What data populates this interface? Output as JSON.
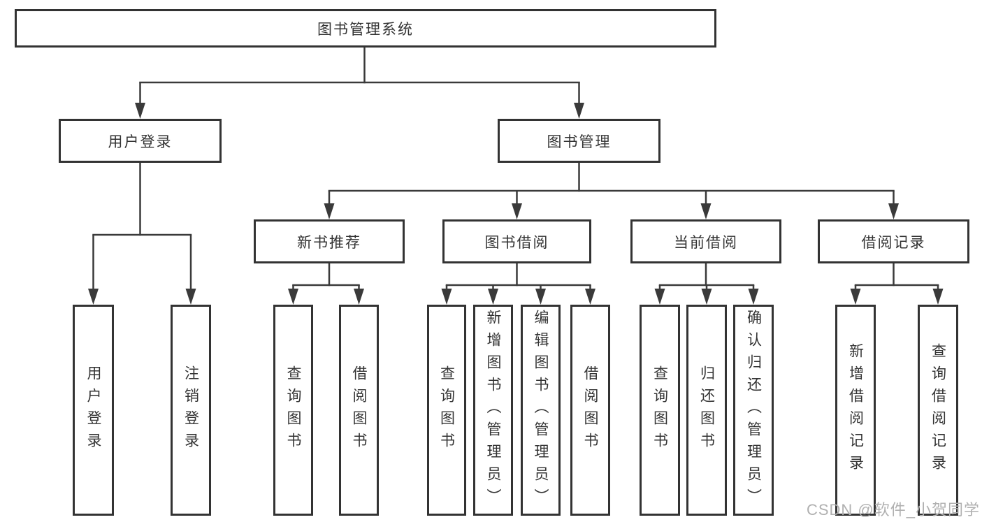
{
  "watermark": "CSDN @软件_小贺同学",
  "colors": {
    "line": "#3a3a3a",
    "border": "#333333",
    "text": "#333333",
    "watermark_text": "#b0b0b0",
    "background": "#ffffff"
  },
  "tree": {
    "label": "图书管理系统",
    "children": [
      {
        "label": "用户登录",
        "children": [
          {
            "label": "用户登录"
          },
          {
            "label": "注销登录"
          }
        ]
      },
      {
        "label": "图书管理",
        "children": [
          {
            "label": "新书推荐",
            "children": [
              {
                "label": "查询图书"
              },
              {
                "label": "借阅图书"
              }
            ]
          },
          {
            "label": "图书借阅",
            "children": [
              {
                "label": "查询图书"
              },
              {
                "label": "新增图书（管理员）"
              },
              {
                "label": "编辑图书（管理员）"
              },
              {
                "label": "借阅图书"
              }
            ]
          },
          {
            "label": "当前借阅",
            "children": [
              {
                "label": "查询图书"
              },
              {
                "label": "归还图书"
              },
              {
                "label": "确认归还（管理员）"
              }
            ]
          },
          {
            "label": "借阅记录",
            "children": [
              {
                "label": "新增借阅记录"
              },
              {
                "label": "查询借阅记录"
              }
            ]
          }
        ]
      }
    ]
  }
}
